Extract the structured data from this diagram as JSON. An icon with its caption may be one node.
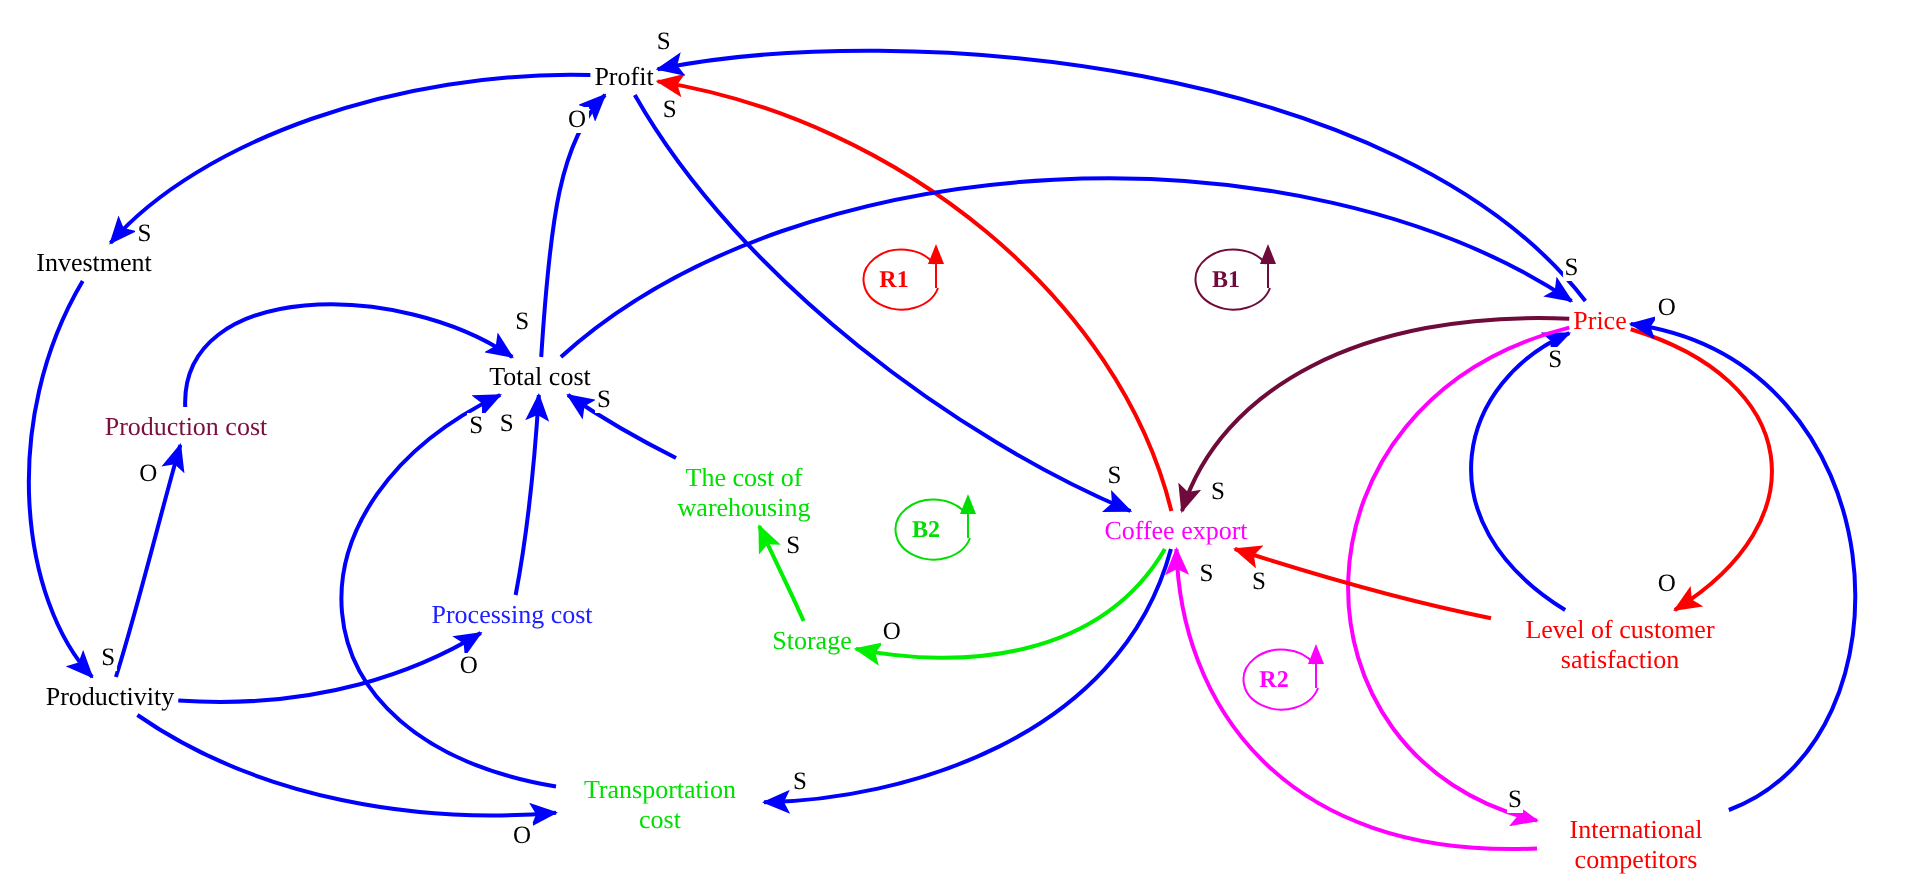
{
  "diagram": {
    "nodes": [
      {
        "text": [
          "Profit"
        ]
      },
      {
        "text": [
          "Investment"
        ]
      },
      {
        "text": [
          "Total cost"
        ]
      },
      {
        "text": [
          "Production cost"
        ]
      },
      {
        "text": [
          "The cost of warehousing"
        ]
      },
      {
        "text": [
          "Coffee export"
        ]
      },
      {
        "text": [
          "Price"
        ]
      },
      {
        "text": [
          "Processing cost"
        ]
      },
      {
        "text": [
          "Storage"
        ]
      },
      {
        "text": [
          "Level of customer satisfaction"
        ]
      },
      {
        "text": [
          "Productivity"
        ]
      },
      {
        "text": [
          "Transportation cost"
        ]
      },
      {
        "text": [
          "International competitors"
        ]
      }
    ],
    "edges": [
      {
        "from": 0,
        "to": 1,
        "arrow": "to",
        "label": "S"
      },
      {
        "from": 1,
        "to": 10,
        "arrow": "to",
        "label": "S"
      },
      {
        "from": 10,
        "to": 3,
        "arrow": "to",
        "label": "O"
      },
      {
        "from": 3,
        "to": 2,
        "arrow": "to",
        "label": "S"
      },
      {
        "from": 2,
        "to": 0,
        "arrow": "to",
        "label": "O"
      },
      {
        "from": 7,
        "to": 2,
        "arrow": "to",
        "label": "S"
      },
      {
        "from": 11,
        "to": 2,
        "arrow": "to",
        "label": "S"
      },
      {
        "from": 4,
        "to": 2,
        "arrow": "to",
        "label": "S"
      },
      {
        "from": 10,
        "to": 7,
        "arrow": "to",
        "label": "O"
      },
      {
        "from": 10,
        "to": 11,
        "arrow": "to",
        "label": "O"
      },
      {
        "from": 0,
        "to": 5,
        "arrow": "to",
        "label": "S"
      },
      {
        "from": 5,
        "to": 0,
        "arrow": "to",
        "label": "S",
        "color": "#ff0000"
      },
      {
        "from": 2,
        "to": 6,
        "arrow": "to",
        "label": "S"
      },
      {
        "from": 6,
        "to": 0,
        "arrow": "to",
        "label": "S"
      },
      {
        "from": 6,
        "to": 5,
        "arrow": "to",
        "label": "S",
        "color": "#6e0b3a"
      },
      {
        "from": 6,
        "to": 9,
        "arrow": "to",
        "label": "O",
        "color": "#ff0000"
      },
      {
        "from": 9,
        "to": 6,
        "arrow": "to",
        "label": "S"
      },
      {
        "from": 12,
        "to": 6,
        "arrow": "to",
        "label": "O"
      },
      {
        "from": 6,
        "to": 12,
        "arrow": "to",
        "label": "S",
        "color": "#ff00ff"
      },
      {
        "from": 12,
        "to": 5,
        "arrow": "to",
        "label": "S",
        "color": "#ff00ff"
      },
      {
        "from": 9,
        "to": 5,
        "arrow": "to",
        "label": "S",
        "color": "#ff0000"
      },
      {
        "from": 5,
        "to": 8,
        "arrow": "to",
        "label": "O",
        "color": "#00ee00"
      },
      {
        "from": 8,
        "to": 4,
        "arrow": "to",
        "label": "S",
        "color": "#00ee00"
      },
      {
        "from": 5,
        "to": 11,
        "arrow": "to",
        "label": "S"
      }
    ],
    "labels": [
      "R1",
      "B1",
      "B2",
      "R2"
    ]
  }
}
